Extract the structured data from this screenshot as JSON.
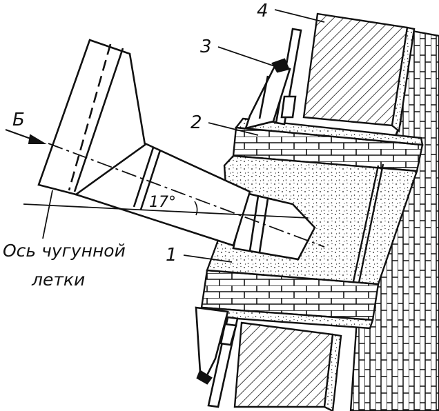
{
  "labels": {
    "l1": "1",
    "l2": "2",
    "l3": "3",
    "l4": "4",
    "view": "Б",
    "angle": "17°",
    "axis_line1": "Ось чугунной",
    "axis_line2": "летки"
  },
  "colors": {
    "ink": "#111111",
    "paper": "#ffffff"
  }
}
